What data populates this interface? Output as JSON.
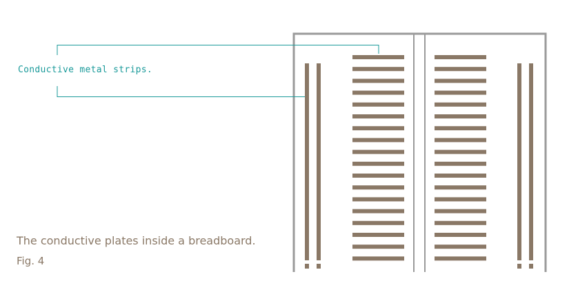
{
  "callout": {
    "label": "Conductive metal strips."
  },
  "caption": {
    "text": "The conductive plates inside a breadboard.",
    "figure_number": "Fig. 4"
  },
  "breadboard": {
    "terminal_strips_per_column": 18,
    "terminal_columns": 2,
    "power_rails_per_side": 2
  },
  "colors": {
    "accent": "#1a9a9a",
    "strip": "#8a7866",
    "frame": "#9a9a9a",
    "text": "#8a7866"
  }
}
